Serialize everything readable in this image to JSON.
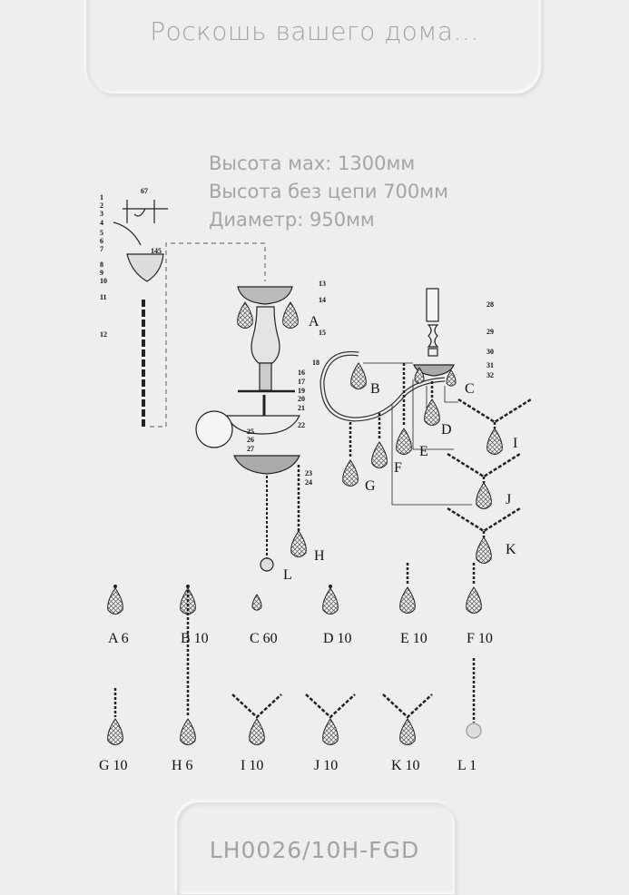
{
  "header": {
    "slogan": "Роскошь вашего дома..."
  },
  "specs": {
    "height_max": "Высота мах: 1300мм",
    "height_no_chain": "Высота без цепи 700мм",
    "diameter": "Диаметр: 950мм"
  },
  "diagram": {
    "dimensions": [
      "67",
      "145"
    ],
    "callouts": [
      "1",
      "2",
      "3",
      "4",
      "5",
      "6",
      "7",
      "8",
      "9",
      "10",
      "11",
      "12",
      "13",
      "14",
      "15",
      "16",
      "17",
      "18",
      "19",
      "20",
      "21",
      "22",
      "23",
      "24",
      "25",
      "26",
      "27",
      "28",
      "29",
      "30",
      "31",
      "32"
    ],
    "part_letters": [
      "A",
      "B",
      "C",
      "D",
      "E",
      "F",
      "G",
      "H",
      "I",
      "J",
      "K",
      "L"
    ]
  },
  "parts": [
    {
      "label": "A 6",
      "type": "drop"
    },
    {
      "label": "B 10",
      "type": "drop"
    },
    {
      "label": "C 60",
      "type": "small-drop"
    },
    {
      "label": "D 10",
      "type": "drop"
    },
    {
      "label": "E 10",
      "type": "drop-bead"
    },
    {
      "label": "F 10",
      "type": "drop-bead"
    },
    {
      "label": "G 10",
      "type": "drop-chain"
    },
    {
      "label": "H 6",
      "type": "drop-long-chain"
    },
    {
      "label": "I 10",
      "type": "v-chain"
    },
    {
      "label": "J 10",
      "type": "v-chain"
    },
    {
      "label": "K 10",
      "type": "v-chain"
    },
    {
      "label": "L 1",
      "type": "ball-chain"
    }
  ],
  "footer": {
    "model": "LH0026/10H-FGD"
  }
}
